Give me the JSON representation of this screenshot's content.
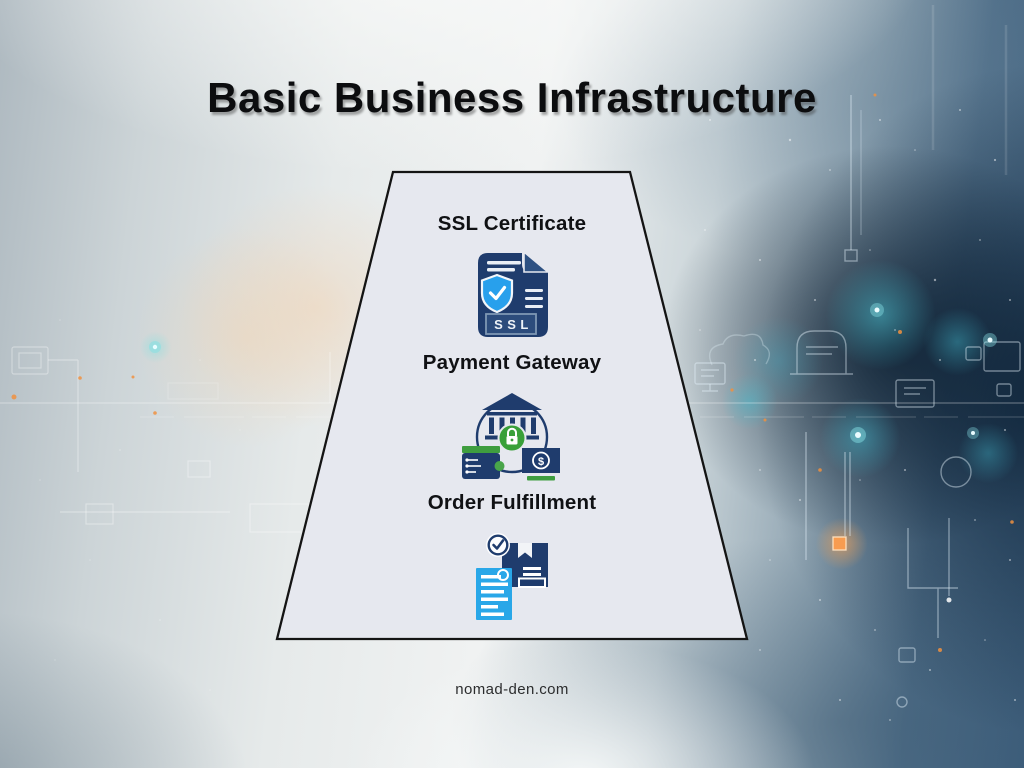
{
  "header": {
    "title": "Basic Business Infrastructure"
  },
  "funnel": {
    "items": [
      {
        "label": "SSL Certificate",
        "icon": "ssl-certificate-icon"
      },
      {
        "label": "Payment Gateway",
        "icon": "payment-gateway-icon"
      },
      {
        "label": "Order Fulfillment",
        "icon": "order-fulfillment-icon"
      }
    ],
    "ssl_badge_text": "SSL",
    "dollar_sign": "$"
  },
  "footer": {
    "website": "nomad-den.com"
  },
  "colors": {
    "icon_navy": "#1f3c6d",
    "icon_shield_blue": "#28a0ec",
    "icon_green": "#3f9e3f",
    "document_blue": "#29a7e8",
    "panel_fill": "#e6e8ef",
    "panel_border": "#141414",
    "title_color": "#0c0d0f",
    "background_teal_glow": "#48cdd8",
    "background_orange_glow": "#f89c50"
  }
}
